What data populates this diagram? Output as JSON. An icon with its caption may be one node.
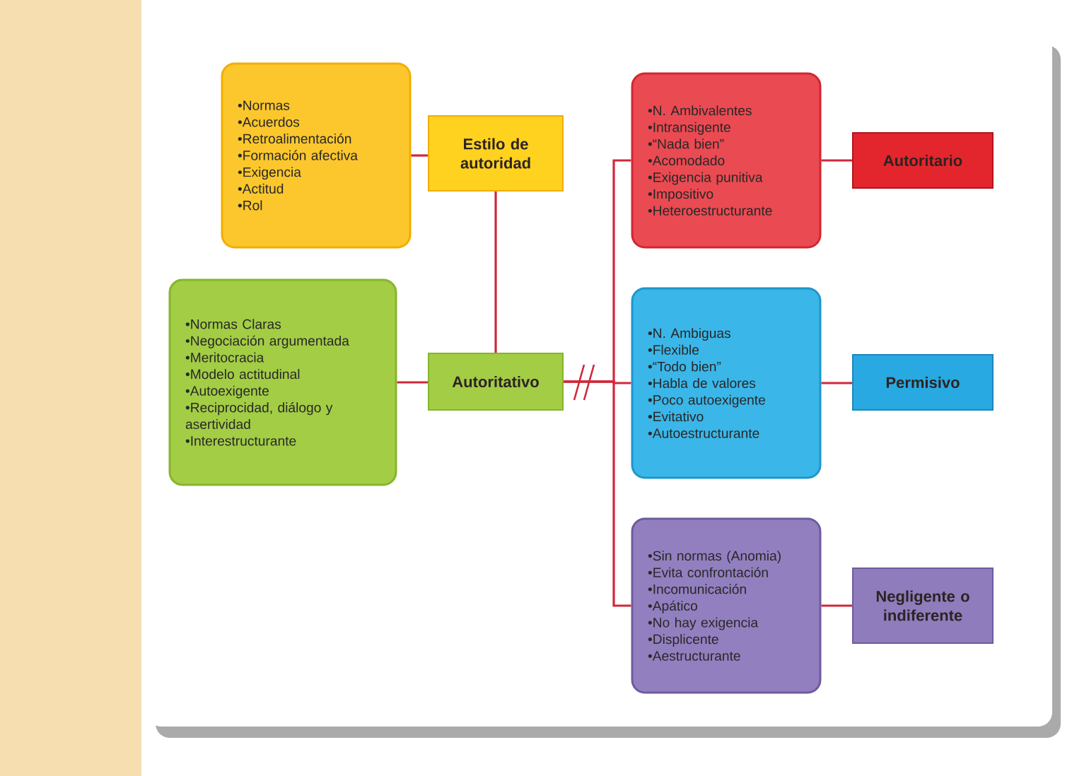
{
  "diagram": {
    "nodes": [
      {
        "text": [
          "•Normas",
          "•Acuerdos",
          "•Retroalimentación",
          "•Formación afectiva",
          "•Exigencia",
          "•Actitud",
          "•Rol"
        ]
      },
      {
        "text": [
          "Estilo de autoridad"
        ]
      },
      {
        "text": [
          "•Normas Claras",
          "•Negociación argumentada",
          "•Meritocracia",
          "•Modelo actitudinal",
          "•Autoexigente",
          "•Reciprocidad, diálogo y asertividad",
          "•Interestructurante"
        ]
      },
      {
        "text": [
          "Autoritativo"
        ]
      },
      {
        "text": [
          "•N. Ambivalentes",
          "•Intransigente",
          "•“Nada bien”",
          "•Acomodado",
          "•Exigencia punitiva",
          "•Impositivo",
          "•Heteroestructurante"
        ]
      },
      {
        "text": [
          "Autoritario"
        ]
      },
      {
        "text": [
          "•N. Ambiguas",
          "•Flexible",
          "•“Todo bien”",
          "•Habla de valores",
          "•Poco autoexigente",
          "•Evitativo",
          "•Autoestructurante"
        ]
      },
      {
        "text": [
          "Permisivo"
        ]
      },
      {
        "text": [
          "•Sin normas (Anomia)",
          "•Evita confrontación",
          "•Incomunicación",
          "•Apático",
          "•No hay exigencia",
          "•Displicente",
          "•Aestructurante"
        ]
      },
      {
        "text": [
          "Negligente o indiferente"
        ]
      }
    ],
    "edges": [
      {
        "from": 0,
        "to": 1,
        "arrow": "none"
      },
      {
        "from": 1,
        "to": 3,
        "arrow": "none"
      },
      {
        "from": 2,
        "to": 3,
        "arrow": "none"
      },
      {
        "from": 3,
        "to": 4,
        "arrow": "none"
      },
      {
        "from": 3,
        "to": 6,
        "arrow": "none"
      },
      {
        "from": 3,
        "to": 8,
        "arrow": "none"
      },
      {
        "from": 4,
        "to": 5,
        "arrow": "none"
      },
      {
        "from": 6,
        "to": 7,
        "arrow": "none"
      },
      {
        "from": 8,
        "to": 9,
        "arrow": "none"
      }
    ]
  }
}
